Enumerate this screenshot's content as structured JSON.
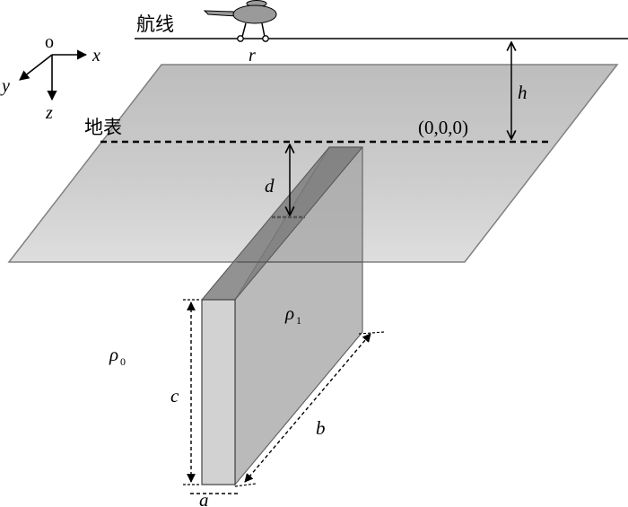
{
  "labels": {
    "flight_line": "航线",
    "surface": "地表",
    "origin_coords": "(0,0,0)",
    "origin": "o",
    "axis_x": "x",
    "axis_y": "y",
    "axis_z": "z",
    "height": "h",
    "depth": "d",
    "offset": "r",
    "rho_body": "ρ",
    "rho_body_sub": "1",
    "rho_host": "ρ",
    "rho_host_sub": "0",
    "dim_a": "a",
    "dim_b": "b",
    "dim_c": "c"
  }
}
